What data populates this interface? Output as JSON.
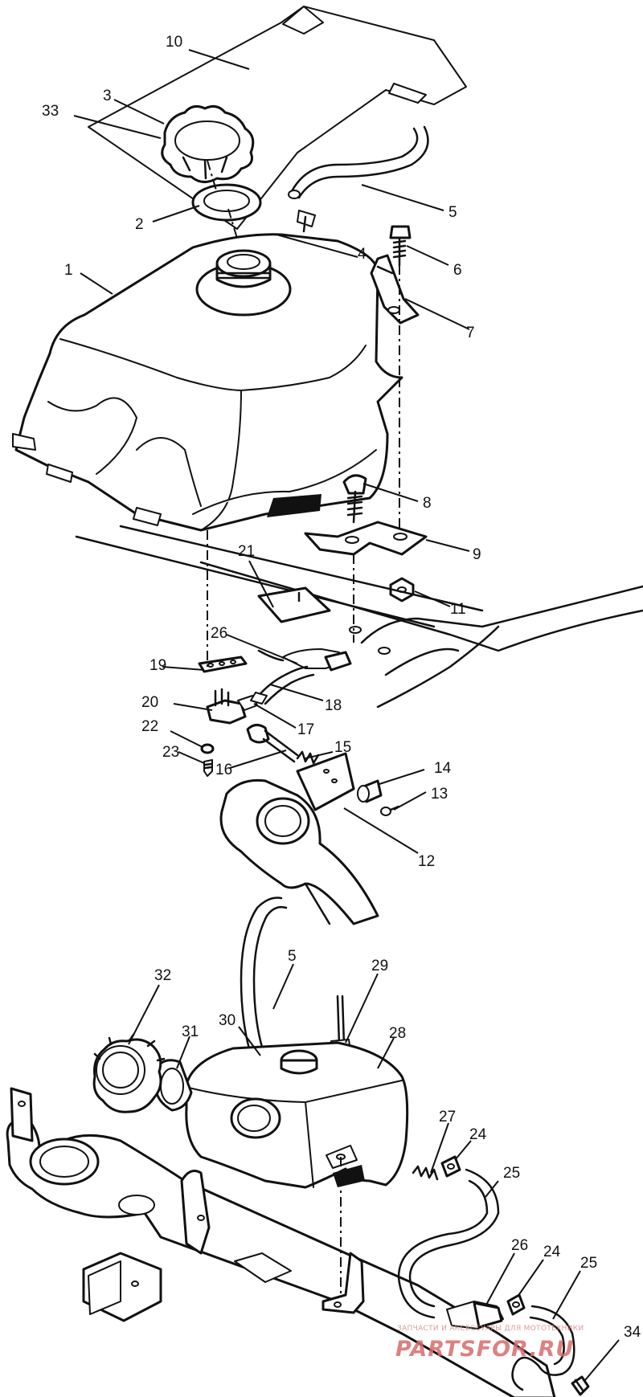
{
  "callouts": {
    "c1": "1",
    "c2": "2",
    "c3": "3",
    "c4": "4",
    "c5a": "5",
    "c5b": "5",
    "c6": "6",
    "c7": "7",
    "c8": "8",
    "c9": "9",
    "c10": "10",
    "c11": "11",
    "c12": "12",
    "c13": "13",
    "c14": "14",
    "c15": "15",
    "c16": "16",
    "c17": "17",
    "c18": "18",
    "c19": "19",
    "c20": "20",
    "c21": "21",
    "c22": "22",
    "c23": "23",
    "c24a": "24",
    "c24b": "24",
    "c25a": "25",
    "c25b": "25",
    "c26a": "26",
    "c26b": "26",
    "c27": "27",
    "c28": "28",
    "c29": "29",
    "c30": "30",
    "c31": "31",
    "c32": "32",
    "c33": "33",
    "c34": "34"
  },
  "watermark": {
    "tagline": "ЗАПЧАСТИ И АКСЕССУАРЫ ДЛЯ МОТОТЕХНИКИ",
    "brand": "PARTSFOR.RU"
  },
  "colors": {
    "line": "#111111",
    "background": "#ffffff",
    "watermark": "#d96a6a"
  }
}
